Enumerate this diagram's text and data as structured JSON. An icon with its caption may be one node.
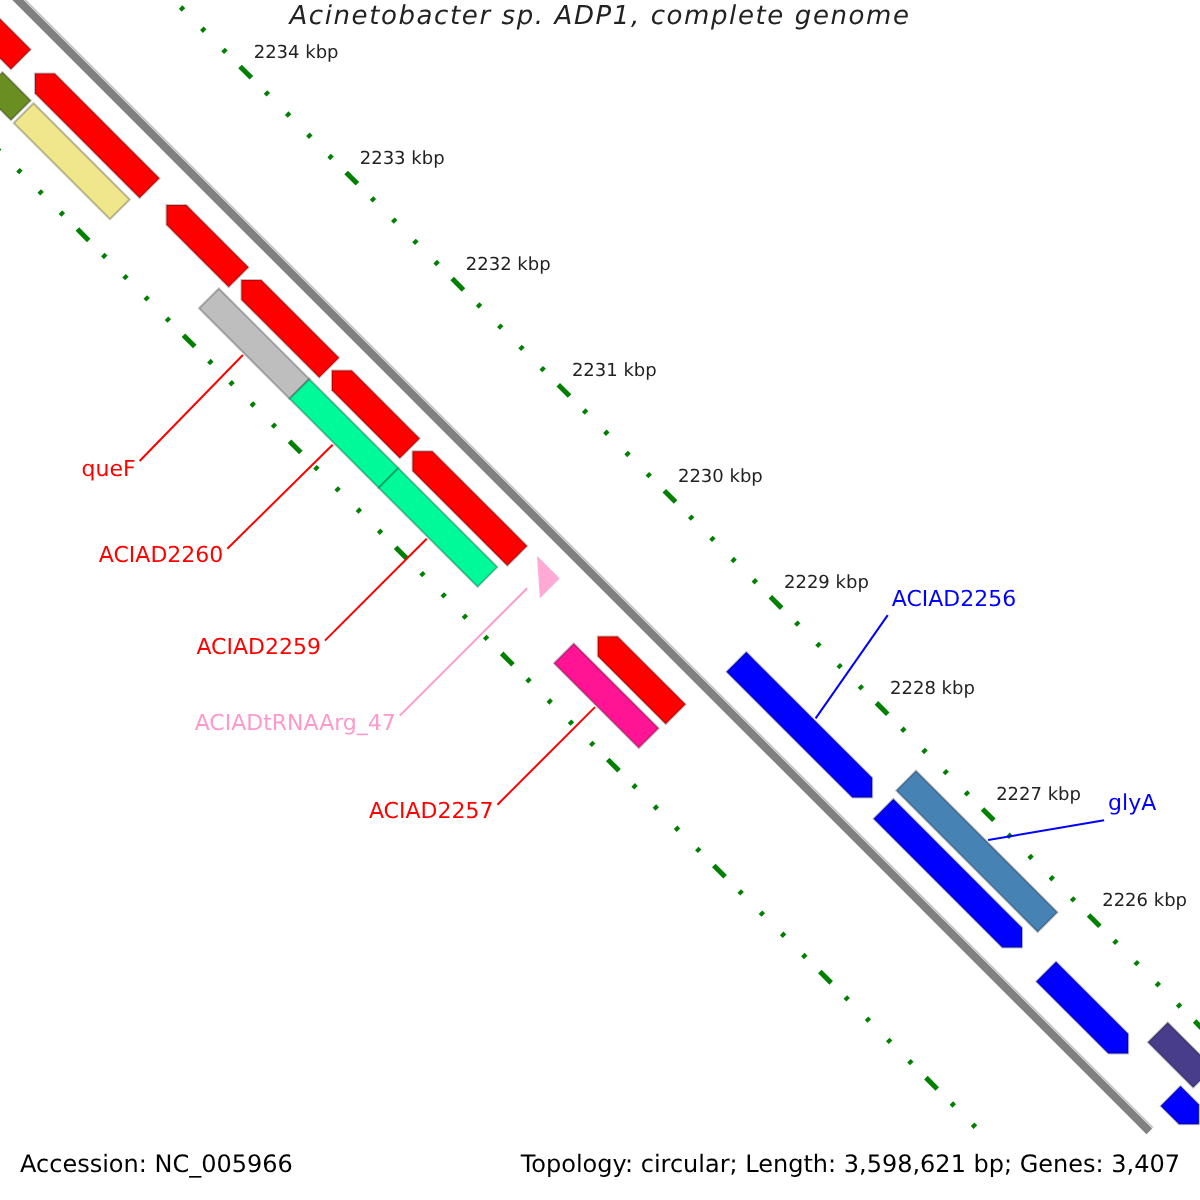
{
  "diagram": {
    "title": "Acinetobacter sp. ADP1, complete genome",
    "nodes": [
      {
        "text": [
          "queF"
        ]
      },
      {
        "text": [
          "ACIAD2260"
        ]
      },
      {
        "text": [
          "ACIAD2259"
        ]
      },
      {
        "text": [
          "ACIADtRNAArg_47"
        ]
      },
      {
        "text": [
          "ACIAD2257"
        ]
      },
      {
        "text": [
          "ACIAD2256"
        ]
      },
      {
        "text": [
          "glyA"
        ]
      },
      {
        "text": [],
        "shape": "arrow"
      },
      {
        "text": [],
        "shape": "bar"
      },
      {
        "text": [],
        "shape": "arrow"
      },
      {
        "text": [],
        "shape": "bar"
      },
      {
        "text": [],
        "shape": "arrow"
      },
      {
        "text": [],
        "shape": "bar"
      },
      {
        "text": [],
        "shape": "arrow"
      },
      {
        "text": [],
        "shape": "bar"
      },
      {
        "text": [],
        "shape": "arrow"
      },
      {
        "text": [],
        "shape": "bar"
      },
      {
        "text": [],
        "shape": "arrow"
      },
      {
        "text": [],
        "shape": "triangle"
      },
      {
        "text": [],
        "shape": "bar"
      },
      {
        "text": [],
        "shape": "arrow"
      },
      {
        "text": [],
        "shape": "arrow"
      },
      {
        "text": [],
        "shape": "bar"
      },
      {
        "text": [],
        "shape": "arrow"
      },
      {
        "text": [],
        "shape": "arrow"
      },
      {
        "text": [],
        "shape": "bar"
      },
      {
        "text": [],
        "shape": "arrow"
      }
    ],
    "edges": [
      {
        "from": 0,
        "to": 12,
        "arrow": "none"
      },
      {
        "from": 1,
        "to": 14,
        "arrow": "none"
      },
      {
        "from": 2,
        "to": 16,
        "arrow": "none"
      },
      {
        "from": 3,
        "to": 18,
        "arrow": "none",
        "color": "#ff99cc"
      },
      {
        "from": 4,
        "to": 19,
        "arrow": "none"
      },
      {
        "from": 5,
        "to": 21,
        "arrow": "none",
        "color": "#0000ff"
      },
      {
        "from": 6,
        "to": 22,
        "arrow": "none",
        "color": "#0000ff"
      }
    ],
    "labels": [
      "2234 kbp",
      "2233 kbp",
      "2232 kbp",
      "2231 kbp",
      "2230 kbp",
      "2229 kbp",
      "2228 kbp",
      "2227 kbp",
      "2226 kbp",
      "Accession: NC_005966",
      "Topology: circular; Length: 3,598,621 bp; Genes: 3,407"
    ]
  }
}
